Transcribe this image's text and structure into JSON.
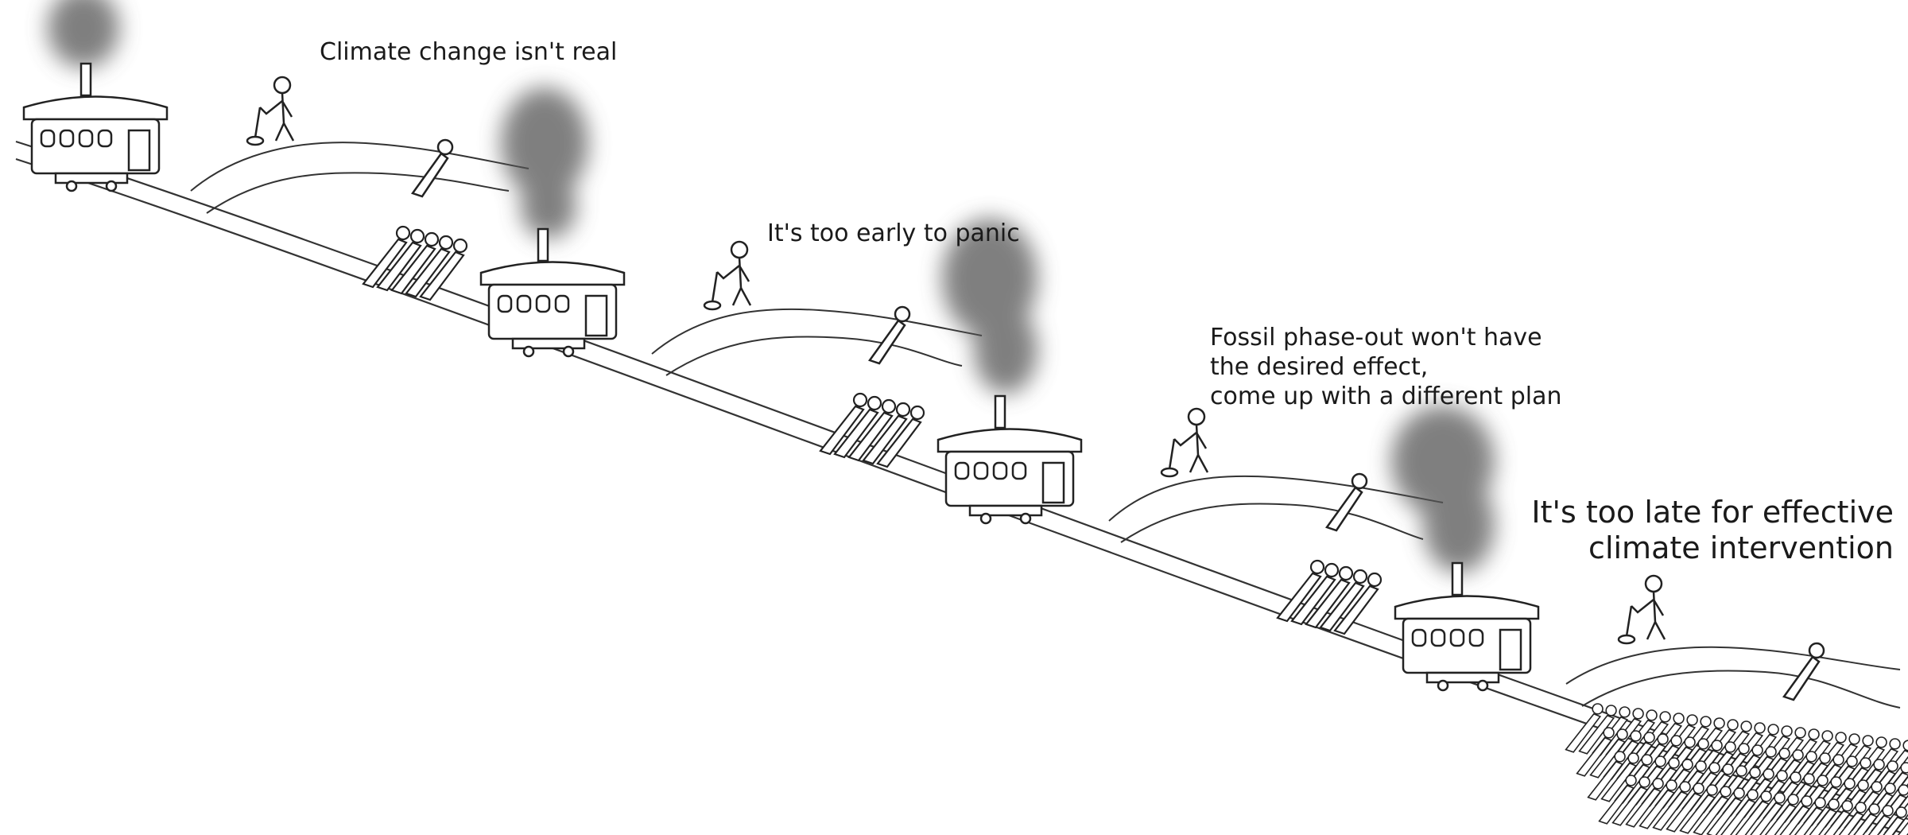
{
  "captions": [
    "Climate change isn't real",
    "It's too early to panic",
    "Fossil phase-out won't have\nthe desired effect,\ncome up with a different plan",
    "It's too late for effective\nclimate intervention"
  ],
  "colors": {
    "ink": "#222222",
    "smoke": "#555555",
    "background": "#ffffff"
  }
}
